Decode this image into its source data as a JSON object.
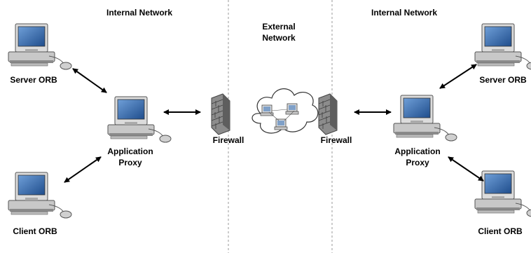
{
  "zones": {
    "left": "Internal Network",
    "center_line1": "External",
    "center_line2": "Network",
    "right": "Internal Network"
  },
  "labels": {
    "left_server": "Server ORB",
    "left_proxy_line1": "Application",
    "left_proxy_line2": "Proxy",
    "left_client": "Client ORB",
    "left_firewall": "Firewall",
    "right_firewall": "Firewall",
    "right_server": "Server ORB",
    "right_proxy_line1": "Application",
    "right_proxy_line2": "Proxy",
    "right_client": "Client ORB"
  },
  "icons": {
    "computer": "computer-icon",
    "firewall": "firewall-icon",
    "cloud": "cloud-icon"
  },
  "colors": {
    "screen": "#2f5e9c",
    "case": "#d6d6d6",
    "case_shadow": "#9a9a9a",
    "brick": "#7d7d7d",
    "divider": "#9a9a9a"
  }
}
